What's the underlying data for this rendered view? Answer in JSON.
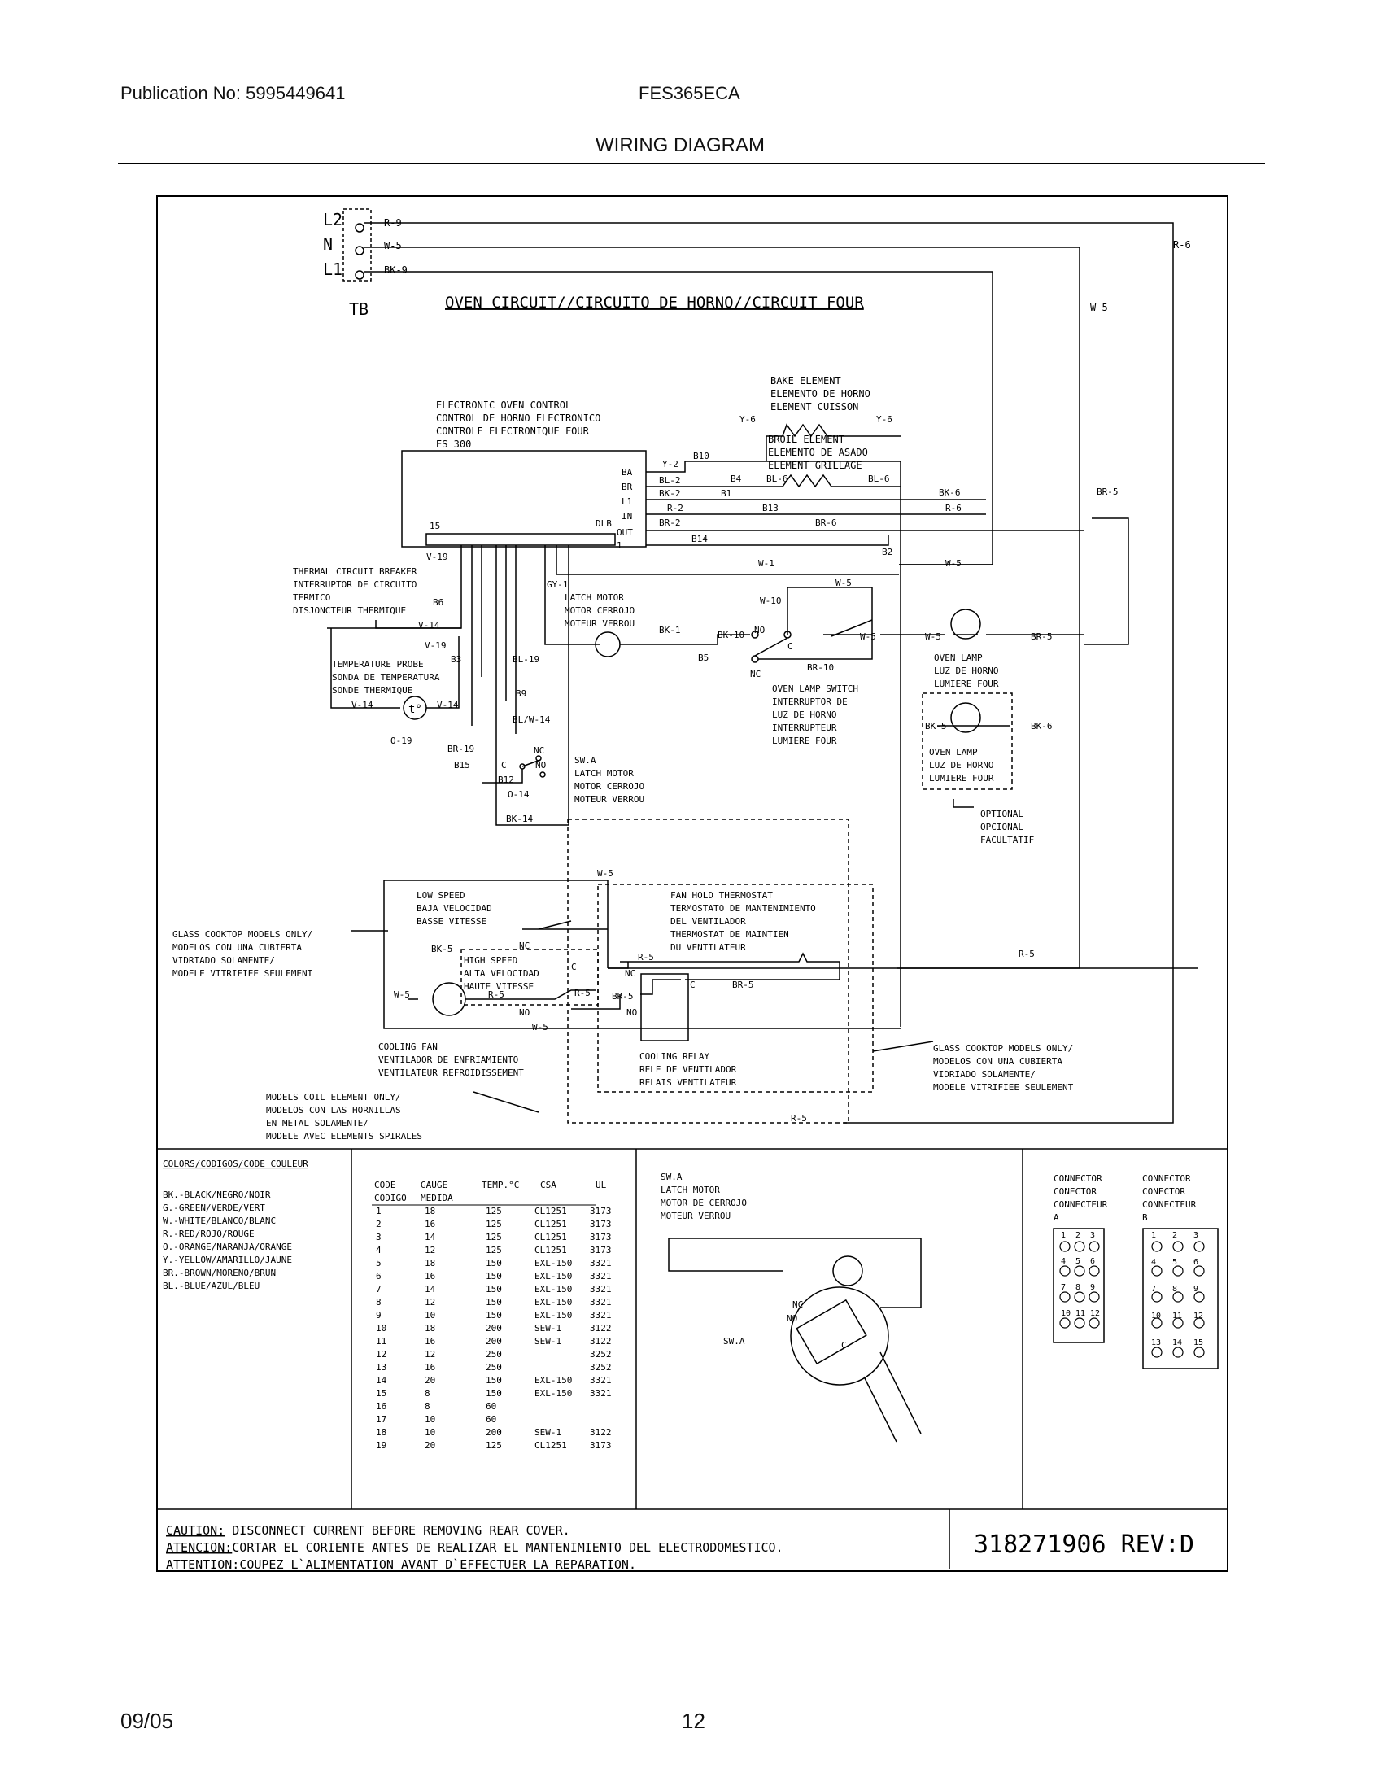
{
  "header": {
    "publication": "Publication No: 5995449641",
    "model": "FES365ECA",
    "title": "WIRING DIAGRAM"
  },
  "footer": {
    "date": "09/05",
    "page": "12"
  },
  "terminal_block": {
    "name": "TB",
    "terminals": [
      "L2",
      "N",
      "L1"
    ]
  },
  "wires": {
    "r9": "R-9",
    "w5": "W-5",
    "bk9": "BK-9",
    "r6": "R-6",
    "y6": "Y-6",
    "y2": "Y-2",
    "bl2": "BL-2",
    "bk2": "BK-2",
    "r2": "R-2",
    "br2": "BR-2",
    "bl6": "BL-6",
    "bk6": "BK-6",
    "br6": "BR-6",
    "br5": "BR-5",
    "w1": "W-1",
    "w10": "W-10",
    "bk1": "BK-1",
    "bk10": "BK-10",
    "br10": "BR-10",
    "v19": "V-19",
    "v14": "V-14",
    "gy1": "GY-1",
    "bl19": "BL-19",
    "blw14": "BL/W-14",
    "o19": "O-19",
    "br19": "BR-19",
    "o14": "O-14",
    "bk14": "BK-14",
    "bk5": "BK-5",
    "r5": "R-5"
  },
  "pins": {
    "b10": "B10",
    "b4": "B4",
    "b1": "B1",
    "b13": "B13",
    "b14": "B14",
    "b2": "B2",
    "b5": "B5",
    "b6": "B6",
    "b3": "B3",
    "b9": "B9",
    "b12": "B12",
    "b15": "B15",
    "ba": "BA",
    "br": "BR",
    "l1": "L1",
    "in": "IN",
    "out": "OUT",
    "dlb": "DLB",
    "p15": "15",
    "p1": "1",
    "nc": "NC",
    "no": "NO",
    "c": "C"
  },
  "circuit_title": "OVEN CIRCUIT//CIRCUITO DE HORNO//CIRCUIT FOUR",
  "components": {
    "eoc": [
      "ELECTRONIC OVEN CONTROL",
      "CONTROL DE HORNO ELECTRONICO",
      "CONTROLE ELECTRONIQUE FOUR",
      "ES 300"
    ],
    "bake": [
      "BAKE ELEMENT",
      "ELEMENTO DE HORNO",
      "ELEMENT CUISSON"
    ],
    "broil": [
      "BROIL ELEMENT",
      "ELEMENTO DE ASADO",
      "ELEMENT GRILLAGE"
    ],
    "thermal_breaker": [
      "THERMAL CIRCUIT BREAKER",
      "INTERRUPTOR DE CIRCUITO",
      "TERMICO",
      "DISJONCTEUR THERMIQUE"
    ],
    "temp_probe": [
      "TEMPERATURE PROBE",
      "SONDA DE TEMPERATURA",
      "SONDE THERMIQUE"
    ],
    "latch_motor": [
      "LATCH MOTOR",
      "MOTOR CERROJO",
      "MOTEUR VERROU"
    ],
    "lamp_switch": [
      "OVEN LAMP SWITCH",
      "INTERRUPTOR DE",
      "LUZ DE HORNO",
      "INTERRUPTEUR",
      "LUMIERE FOUR"
    ],
    "oven_lamp": [
      "OVEN LAMP",
      "LUZ DE HORNO",
      "LUMIERE FOUR"
    ],
    "optional": [
      "OPTIONAL",
      "OPCIONAL",
      "FACULTATIF"
    ],
    "swa": [
      "SW.A",
      "LATCH MOTOR",
      "MOTOR CERROJO",
      "MOTEUR VERROU"
    ],
    "low_speed": [
      "LOW SPEED",
      "BAJA VELOCIDAD",
      "BASSE VITESSE"
    ],
    "high_speed": [
      "HIGH SPEED",
      "ALTA VELOCIDAD",
      "HAUTE VITESSE"
    ],
    "fan_hold": [
      "FAN HOLD THERMOSTAT",
      "TERMOSTATO DE MANTENIMIENTO",
      "DEL VENTILADOR",
      "THERMOSTAT DE MAINTIEN",
      "DU VENTILATEUR"
    ],
    "cooling_fan": [
      "COOLING FAN",
      "VENTILADOR DE ENFRIAMIENTO",
      "VENTILATEUR REFROIDISSEMENT"
    ],
    "cooling_relay": [
      "COOLING RELAY",
      "RELE DE VENTILADOR",
      "RELAIS VENTILATEUR"
    ],
    "glass_left": [
      "GLASS COOKTOP MODELS ONLY/",
      "MODELOS CON UNA CUBIERTA",
      "VIDRIADO SOLAMENTE/",
      "MODELE VITRIFIEE SEULEMENT"
    ],
    "glass_right": [
      "GLASS COOKTOP MODELS ONLY/",
      "MODELOS CON UNA CUBIERTA",
      "VIDRIADO SOLAMENTE/",
      "MODELE VITRIFIEE SEULEMENT"
    ],
    "coil_models": [
      "MODELS COIL ELEMENT ONLY/",
      "MODELOS CON LAS HORNILLAS",
      "EN METAL SOLAMENTE/",
      "MODELE AVEC ELEMENTS SPIRALES"
    ]
  },
  "colors_legend": {
    "title": "COLORS/CODIGOS/CODE COULEUR",
    "items": [
      "BK.-BLACK/NEGRO/NOIR",
      "G.-GREEN/VERDE/VERT",
      "W.-WHITE/BLANCO/BLANC",
      "R.-RED/ROJO/ROUGE",
      "O.-ORANGE/NARANJA/ORANGE",
      "Y.-YELLOW/AMARILLO/JAUNE",
      "BR.-BROWN/MORENO/BRUN",
      "BL.-BLUE/AZUL/BLEU"
    ]
  },
  "gauge_table": {
    "headers": [
      [
        "CODE",
        "CODIGO"
      ],
      [
        "GAUGE",
        "MEDIDA"
      ],
      [
        "TEMP.°C",
        ""
      ],
      [
        "CSA",
        ""
      ],
      [
        "UL",
        ""
      ]
    ],
    "rows": [
      [
        "1",
        "18",
        "125",
        "CL1251",
        "3173"
      ],
      [
        "2",
        "16",
        "125",
        "CL1251",
        "3173"
      ],
      [
        "3",
        "14",
        "125",
        "CL1251",
        "3173"
      ],
      [
        "4",
        "12",
        "125",
        "CL1251",
        "3173"
      ],
      [
        "5",
        "18",
        "150",
        "EXL-150",
        "3321"
      ],
      [
        "6",
        "16",
        "150",
        "EXL-150",
        "3321"
      ],
      [
        "7",
        "14",
        "150",
        "EXL-150",
        "3321"
      ],
      [
        "8",
        "12",
        "150",
        "EXL-150",
        "3321"
      ],
      [
        "9",
        "10",
        "150",
        "EXL-150",
        "3321"
      ],
      [
        "10",
        "18",
        "200",
        "SEW-1",
        "3122"
      ],
      [
        "11",
        "16",
        "200",
        "SEW-1",
        "3122"
      ],
      [
        "12",
        "12",
        "250",
        "",
        "3252"
      ],
      [
        "13",
        "16",
        "250",
        "",
        "3252"
      ],
      [
        "14",
        "20",
        "150",
        "EXL-150",
        "3321"
      ],
      [
        "15",
        "8",
        "150",
        "EXL-150",
        "3321"
      ],
      [
        "16",
        "8",
        "60",
        "",
        ""
      ],
      [
        "17",
        "10",
        "60",
        "",
        ""
      ],
      [
        "18",
        "10",
        "200",
        "SEW-1",
        "3122"
      ],
      [
        "19",
        "20",
        "125",
        "CL1251",
        "3173"
      ]
    ]
  },
  "latch_detail": {
    "title": [
      "SW.A",
      "LATCH MOTOR",
      "MOTOR DE CERROJO",
      "MOTEUR VERROU"
    ],
    "label": "SW.A",
    "nc": "NC",
    "no": "NO",
    "c": "C"
  },
  "connectors": {
    "a": {
      "title": [
        "CONNECTOR",
        "CONECTOR",
        "CONNECTEUR",
        "A"
      ],
      "pins": [
        "1",
        "2",
        "3",
        "4",
        "5",
        "6",
        "7",
        "8",
        "9",
        "10",
        "11",
        "12"
      ]
    },
    "b": {
      "title": [
        "CONNECTOR",
        "CONECTOR",
        "CONNECTEUR",
        "B"
      ],
      "pins": [
        "1",
        "2",
        "3",
        "4",
        "5",
        "6",
        "7",
        "8",
        "9",
        "10",
        "11",
        "12",
        "13",
        "14",
        "15"
      ]
    }
  },
  "caution": {
    "lines": [
      {
        "key": "CAUTION:",
        "text": " DISCONNECT CURRENT BEFORE REMOVING REAR COVER."
      },
      {
        "key": "ATENCION:",
        "text": "CORTAR EL CORIENTE ANTES DE REALIZAR EL MANTENIMIENTO DEL ELECTRODOMESTICO."
      },
      {
        "key": "ATTENTION:",
        "text": "COUPEZ L`ALIMENTATION AVANT D`EFFECTUER LA REPARATION."
      }
    ]
  },
  "part_number": "318271906 REV:D"
}
